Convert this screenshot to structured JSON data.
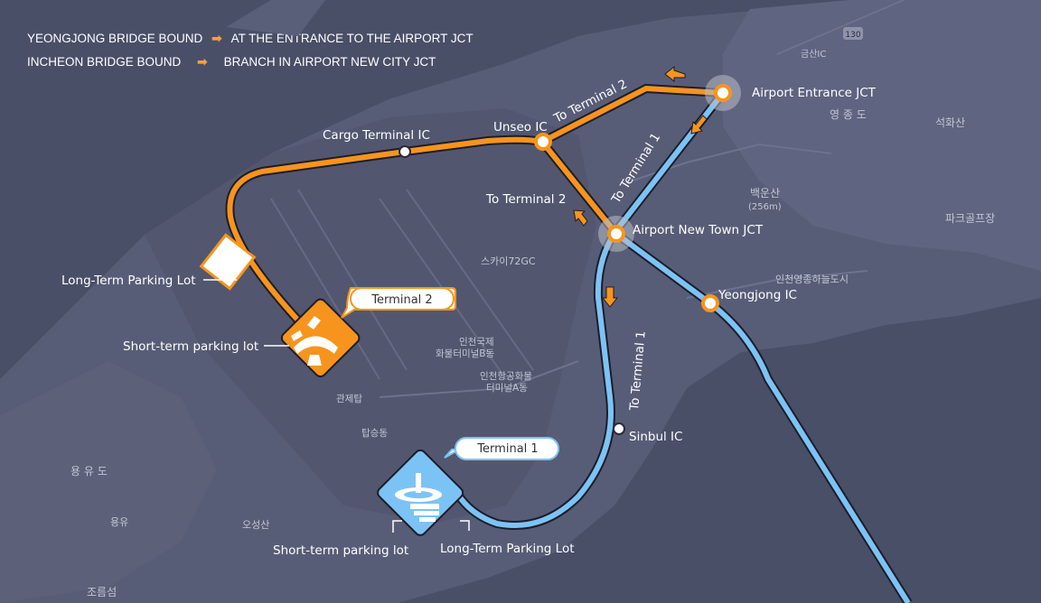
{
  "legend": {
    "row1_left": "YEONGJONG BRIDGE BOUND",
    "row1_right": "AT THE ENTRANCE TO THE AIRPORT JCT",
    "row2_left": "INCHEON BRIDGE BOUND",
    "row2_right": "BRANCH IN AIRPORT NEW CITY JCT",
    "arrow": "➡"
  },
  "colors": {
    "orange_route": "#f7941d",
    "blue_route": "#7cc3f5",
    "background": "#4a4f68",
    "land": "#5a5f79"
  },
  "labels": {
    "airport_entrance_jct": "Airport Entrance JCT",
    "unseo_ic": "Unseo IC",
    "cargo_terminal_ic": "Cargo Terminal IC",
    "airport_new_town_jct": "Airport New Town JCT",
    "yeongjong_ic": "Yeongjong IC",
    "sinbul_ic": "Sinbul IC",
    "to_terminal2_upper": "To Terminal 2",
    "to_terminal2_lower": "To Terminal 2",
    "to_terminal1_upper": "To Terminal 1",
    "to_terminal1_lower": "To Terminal 1",
    "long_term_parking_t2": "Long-Term Parking Lot",
    "short_term_parking_t2": "Short-term parking lot",
    "short_term_parking_t1": "Short-term parking lot",
    "long_term_parking_t1": "Long-Term Parking Lot",
    "terminal2_callout": "Terminal 2",
    "terminal1_callout": "Terminal 1"
  },
  "basemap": {
    "yeongjong_do": "영 종 도",
    "seokhwasan": "석화산",
    "baegunsan": "백운산",
    "baegunsan_height": "(256m)",
    "park_golf": "파크골프장",
    "sky72": "스카이72GC",
    "incheon_cargo_b": "인천국제\n화물터미널B동",
    "incheon_cargo_a": "인천항공화물\n터미널A동",
    "gwanjetap": "관제탑",
    "tapseungdong": "탑승동",
    "yongyudo": "용 유 도",
    "yongyu": "용유",
    "oseongsan": "오성산",
    "joreumseom": "조름섬",
    "incheon_city": "인천영종하늘도시",
    "route_130": "130",
    "geumsan_ic": "금산IC"
  }
}
